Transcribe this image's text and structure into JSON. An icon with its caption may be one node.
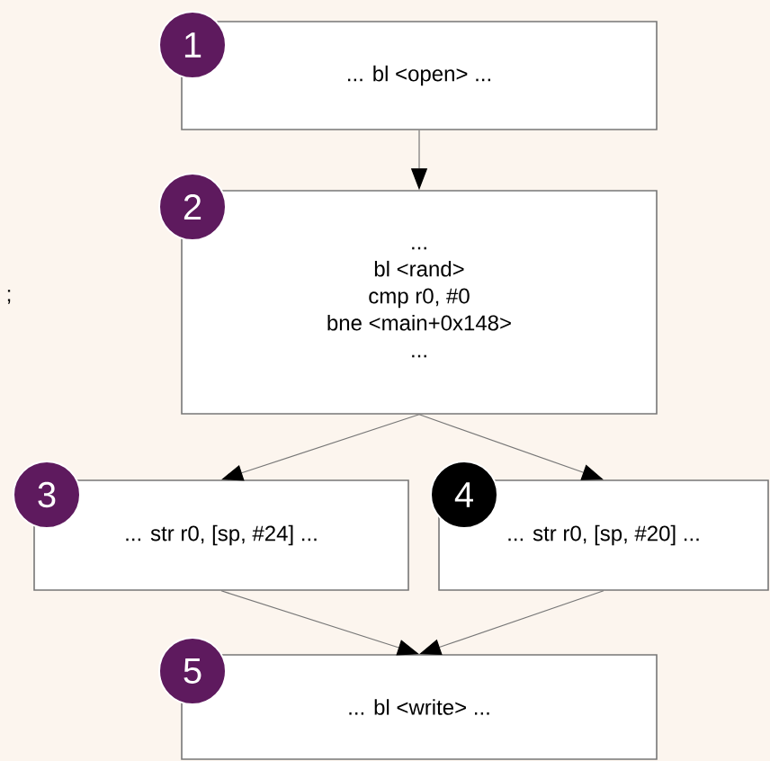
{
  "diagram": {
    "nodes": [
      {
        "text": [
          "1"
        ]
      },
      {
        "text": [
          "... bl <open> ..."
        ]
      },
      {
        "text": [
          "2"
        ]
      },
      {
        "text": [
          "...",
          "bl <rand>",
          "cmp r0, #0",
          "bne <main+0x148>",
          "..."
        ]
      },
      {
        "text": [
          "3"
        ]
      },
      {
        "text": [
          "... str r0, [sp, #24] ..."
        ]
      },
      {
        "text": [
          "4"
        ]
      },
      {
        "text": [
          "... str r0, [sp, #20] ..."
        ]
      },
      {
        "text": [
          "5"
        ]
      },
      {
        "text": [
          "... bl <write> ..."
        ]
      }
    ],
    "edges": [
      {
        "from": 1,
        "to": 3,
        "arrow": "to"
      },
      {
        "from": 3,
        "to": 5,
        "arrow": "to"
      },
      {
        "from": 3,
        "to": 7,
        "arrow": "to"
      },
      {
        "from": 5,
        "to": 9,
        "arrow": "to"
      },
      {
        "from": 7,
        "to": 9,
        "arrow": "to"
      }
    ],
    "labels": [
      ";"
    ]
  }
}
